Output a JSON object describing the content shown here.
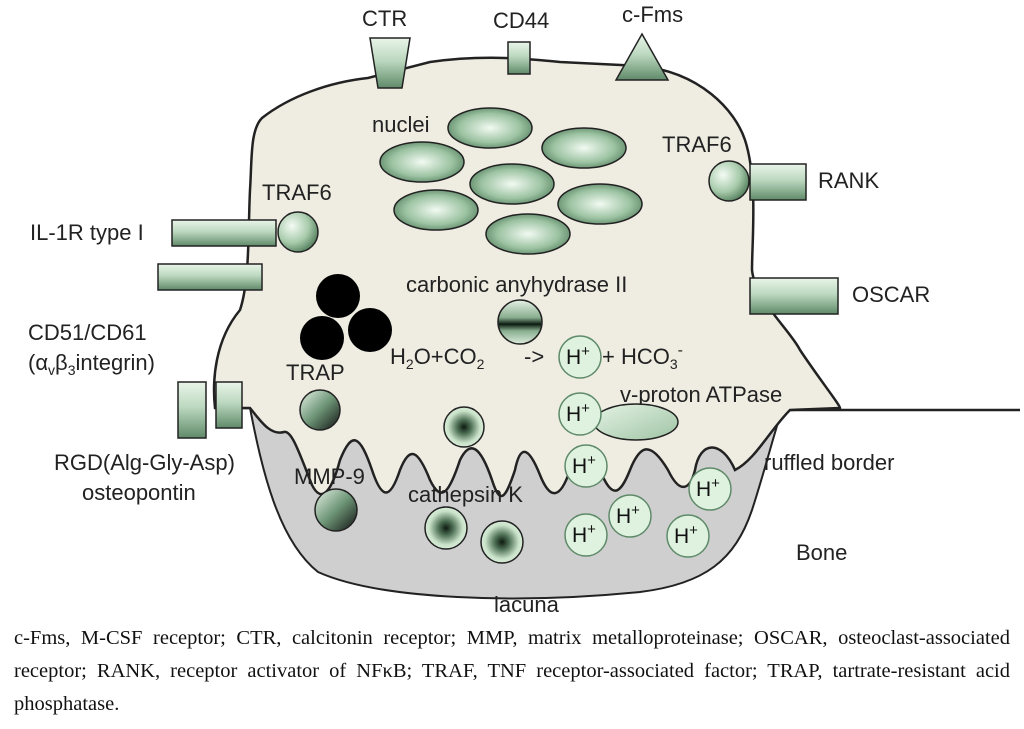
{
  "labels": {
    "ctr": "CTR",
    "cd44": "CD44",
    "cfms": "c-Fms",
    "nuclei": "nuclei",
    "traf6_right": "TRAF6",
    "rank": "RANK",
    "traf6_left": "TRAF6",
    "il1r": "IL-1R type I",
    "carbonic": "carbonic anyhydrase II",
    "oscar": "OSCAR",
    "cd51": "CD51/CD61",
    "integrin_open": "(α",
    "integrin_sub_v": "v",
    "integrin_beta": "β",
    "integrin_sub_3": "3",
    "integrin_rest": "integrin)",
    "trap": "TRAP",
    "eq_h2o_h": "H",
    "eq_h2o_2": "2",
    "eq_h2o_rest": "O+CO",
    "eq_co_2": "2",
    "eq_arrow": "->",
    "eq_plus": "+ HCO",
    "eq_hco_3": "3",
    "eq_hco_minus": "-",
    "vproton": "v-proton ATPase",
    "rgd": "RGD(Alg-Gly-Asp)",
    "osteopontin": "osteopontin",
    "mmp9": "MMP-9",
    "cathepsin": "cathepsin K",
    "ruffled": "ruffled border",
    "bone": "Bone",
    "lacuna": "lacuna",
    "h_main": "H",
    "h_sup": "+"
  },
  "colors": {
    "cell": "#efede2",
    "lacuna": "#cfcfcf",
    "green_light": "#e6f4e6",
    "green_dark": "#5f8a69",
    "black": "#000000"
  },
  "caption": "c-Fms, M-CSF receptor; CTR, calcitonin receptor; MMP, matrix metalloproteinase; OSCAR, osteoclast-associated receptor; RANK, receptor activator of NFκB; TRAF, TNF receptor-associated factor; TRAP, tartrate-resistant acid phosphatase."
}
